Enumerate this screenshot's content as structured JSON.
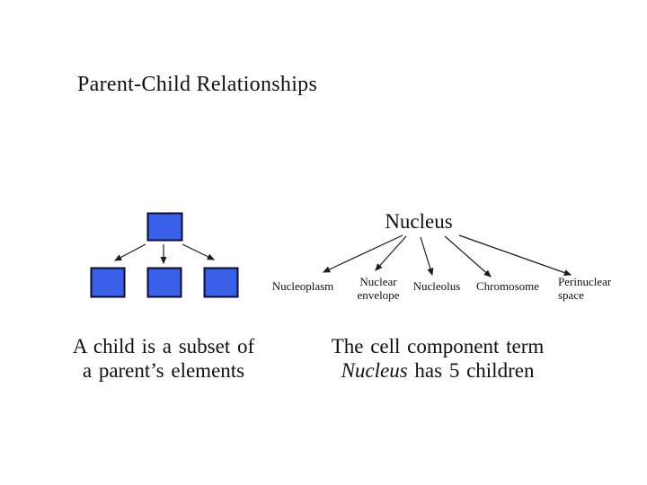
{
  "slide": {
    "title": "Parent-Child Relationships",
    "arrow_color": "#1c1c1c",
    "left_diagram": {
      "box_fill": "#3A5FE8",
      "box_stroke": "#0d0d33",
      "caption": {
        "line1": "A child is a subset of",
        "line2": "a parent’s elements"
      }
    },
    "right_diagram": {
      "root": "Nucleus",
      "children": [
        "Nucleoplasm",
        "Nuclear envelope",
        "Nucleolus",
        "Chromosome",
        "Perinuclear space"
      ],
      "caption": {
        "line1": "The cell component term",
        "line2_italic": "Nucleus",
        "line2_rest": " has 5 children"
      }
    }
  }
}
